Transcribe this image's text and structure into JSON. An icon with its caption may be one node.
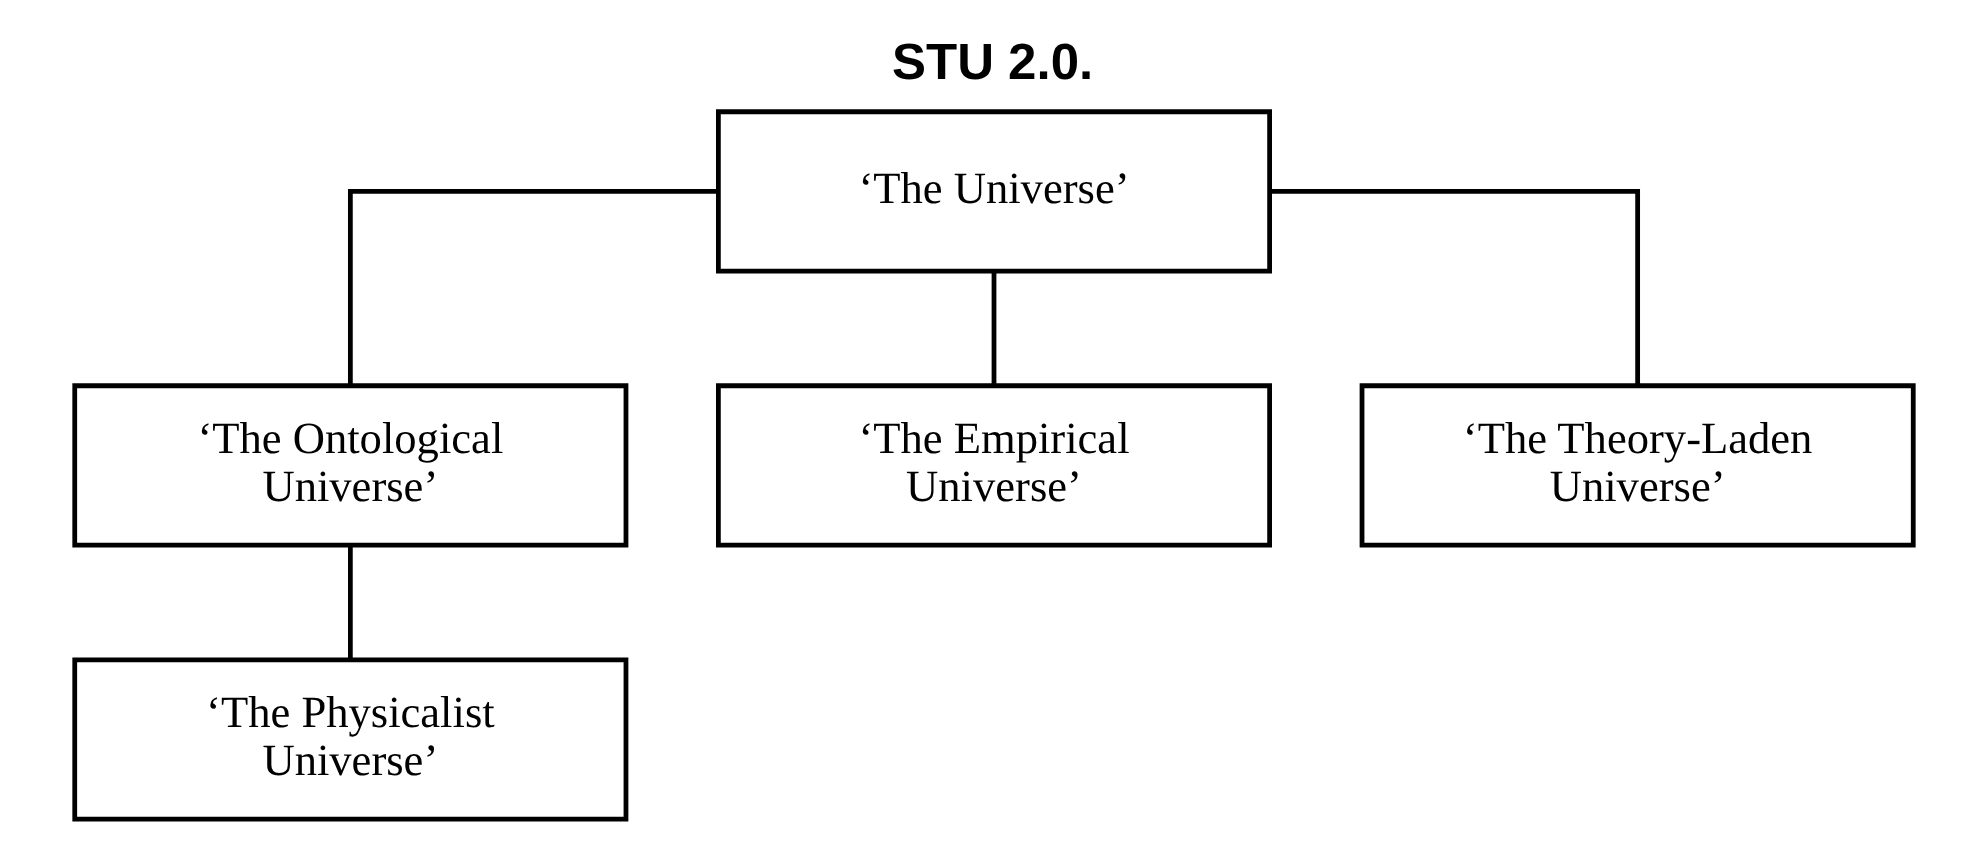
{
  "diagram": {
    "title": "STU 2.0.",
    "nodes": [
      {
        "text": [
          "‘The Universe’"
        ]
      },
      {
        "text": [
          "‘The Ontological Universe’"
        ]
      },
      {
        "text": [
          "‘The Empirical Universe’"
        ]
      },
      {
        "text": [
          "‘The Theory-Laden Universe’"
        ]
      },
      {
        "text": [
          "‘The Physicalist Universe’"
        ]
      }
    ],
    "edges": [
      {
        "from": 0,
        "to": 1,
        "arrow": "none"
      },
      {
        "from": 0,
        "to": 2,
        "arrow": "none"
      },
      {
        "from": 0,
        "to": 3,
        "arrow": "none"
      },
      {
        "from": 1,
        "to": 4,
        "arrow": "none"
      }
    ]
  }
}
